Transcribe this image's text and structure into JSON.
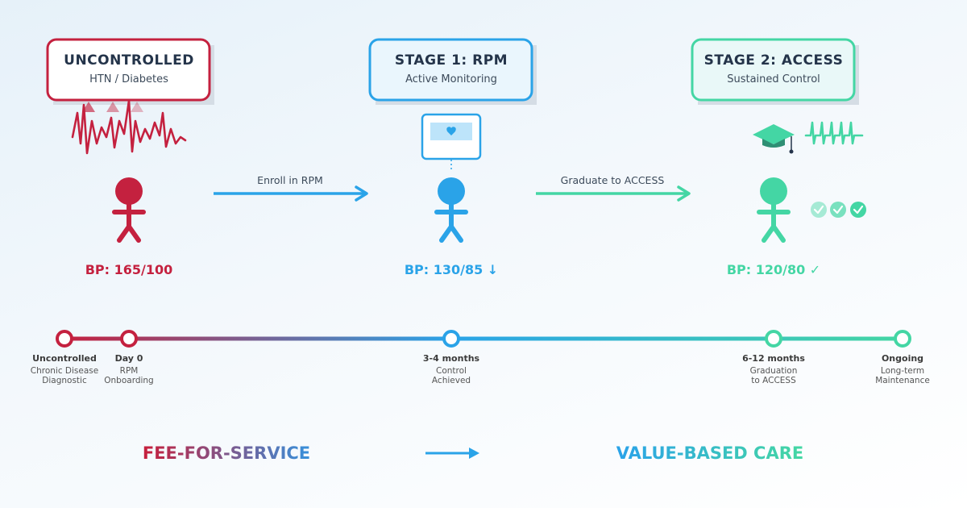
{
  "colors": {
    "uncontrolled": "#c4213f",
    "rpm": "#2aa3e8",
    "access": "#44d6a4",
    "text_dark": "#24344a"
  },
  "stages": [
    {
      "title": "UNCONTROLLED",
      "subtitle": "HTN / Diabetes",
      "bp": "BP: 165/100"
    },
    {
      "title": "STAGE 1: RPM",
      "subtitle": "Active Monitoring",
      "bp": "BP: 130/85 ↓"
    },
    {
      "title": "STAGE 2: ACCESS",
      "subtitle": "Sustained Control",
      "bp": "BP: 120/80 ✓"
    }
  ],
  "transitions": [
    {
      "label": "Enroll in RPM"
    },
    {
      "label": "Graduate to ACCESS"
    }
  ],
  "icons": {
    "stage1": [
      "erratic-waveform-icon",
      "warning-triangle-icon"
    ],
    "stage2": [
      "monitor-heart-icon",
      "person-icon"
    ],
    "stage3": [
      "graduation-cap-icon",
      "steady-waveform-icon",
      "check-circle-icon"
    ]
  },
  "timeline": [
    {
      "title": "Uncontrolled",
      "line1": "Chronic Disease",
      "line2": "Diagnostic"
    },
    {
      "title": "Day 0",
      "line1": "RPM",
      "line2": "Onboarding"
    },
    {
      "title": "3-4 months",
      "line1": "Control",
      "line2": "Achieved"
    },
    {
      "title": "6-12 months",
      "line1": "Graduation",
      "line2": "to ACCESS"
    },
    {
      "title": "Ongoing",
      "line1": "Long-term",
      "line2": "Maintenance"
    }
  ],
  "footer": {
    "left": "FEE-FOR-SERVICE",
    "right": "VALUE-BASED CARE"
  }
}
